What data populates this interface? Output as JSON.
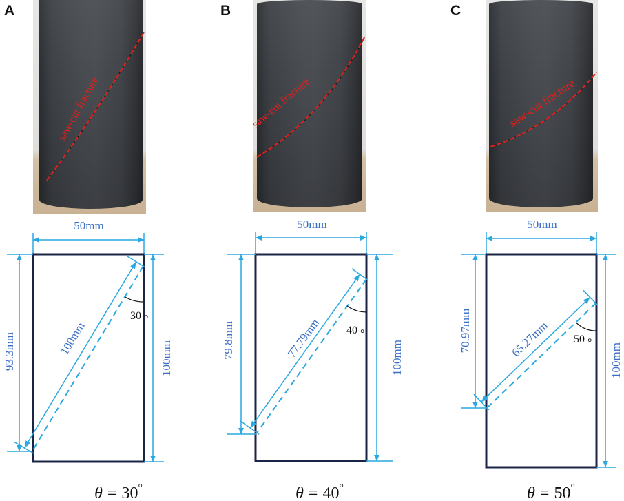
{
  "panels": [
    {
      "label": "A",
      "annotation": "saw-cut fracture",
      "width": "50mm",
      "height": "100mm",
      "fracture_length": "100mm",
      "fracture_height": "93.3mm",
      "angle": {
        "value": "30",
        "unit": "°"
      },
      "caption": {
        "symbol": "θ",
        "equals": "=",
        "value": "30",
        "unit": "°"
      }
    },
    {
      "label": "B",
      "annotation": "saw-cut fracture",
      "width": "50mm",
      "height": "100mm",
      "fracture_length": "77.79mm",
      "fracture_height": "79.8mm",
      "angle": {
        "value": "40",
        "unit": "°"
      },
      "caption": {
        "symbol": "θ",
        "equals": "=",
        "value": "40",
        "unit": "°"
      }
    },
    {
      "label": "C",
      "annotation": "saw-cut fracture",
      "width": "50mm",
      "height": "100mm",
      "fracture_length": "65.27mm",
      "fracture_height": "70.97mm",
      "angle": {
        "value": "50",
        "unit": "°"
      },
      "caption": {
        "symbol": "θ",
        "equals": "=",
        "value": "50",
        "unit": "°"
      }
    }
  ],
  "colors": {
    "dimension_line": "#2aa8e0",
    "dimension_text": "#3a6fc5",
    "specimen_frame": "#1c2445",
    "fracture_marking": "#e3201b"
  }
}
